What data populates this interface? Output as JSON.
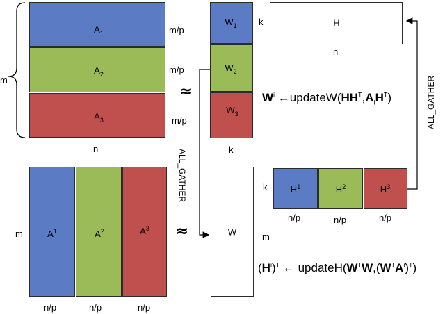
{
  "matrix_a_row": {
    "blocks": [
      {
        "label_main": "A",
        "label_sub": "1",
        "dim": "m/p"
      },
      {
        "label_main": "A",
        "label_sub": "2",
        "dim": "m/p"
      },
      {
        "label_main": "A",
        "label_sub": "3",
        "dim": "m/p"
      }
    ],
    "m_label": "m",
    "n_label": "n"
  },
  "matrix_w_row": {
    "blocks": [
      {
        "label_main": "W",
        "label_sub": "1"
      },
      {
        "label_main": "W",
        "label_sub": "2"
      },
      {
        "label_main": "W",
        "label_sub": "3"
      }
    ],
    "k_label": "k"
  },
  "matrix_h_full": {
    "label": "H",
    "k_label": "k",
    "n_label": "n"
  },
  "matrix_a_col": {
    "blocks": [
      {
        "label_main": "A",
        "label_sup": "1",
        "dim": "n/p"
      },
      {
        "label_main": "A",
        "label_sup": "2",
        "dim": "n/p"
      },
      {
        "label_main": "A",
        "label_sup": "3",
        "dim": "n/p"
      }
    ],
    "m_label": "m"
  },
  "matrix_h_col": {
    "blocks": [
      {
        "label_main": "H",
        "label_sup": "1",
        "dim": "n/p"
      },
      {
        "label_main": "H",
        "label_sup": "2",
        "dim": "n/p"
      },
      {
        "label_main": "H",
        "label_sup": "3",
        "dim": "n/p"
      }
    ],
    "k_label": "k"
  },
  "matrix_w_full": {
    "label": "W",
    "m_label": "m"
  },
  "approx_symbol": "≈",
  "all_gather_label": "ALL_GATHER",
  "formula_w": {
    "lhs": "W",
    "lhs_sup": "i",
    "arrow": "←",
    "fn": "updateW(",
    "arg1": "HH",
    "arg1_sup": "T",
    "comma": ",",
    "arg2": "A",
    "arg2_sub": "i",
    "arg3": "H",
    "arg3_sup": "T",
    "close": ")"
  },
  "formula_h": {
    "lhs_open": "(",
    "lhs": "H",
    "lhs_sup": "i",
    "lhs_close": ")",
    "lhs_T": "T",
    "arrow": "←",
    "fn": "updateH(",
    "arg1": "W",
    "arg1_sup": "T",
    "arg1b": "W",
    "comma": ",(",
    "arg2": "W",
    "arg2_sup": "T",
    "arg2b": "A",
    "arg2b_sup": "i",
    "close1": ")",
    "close_T": "T",
    "close2": ")"
  }
}
